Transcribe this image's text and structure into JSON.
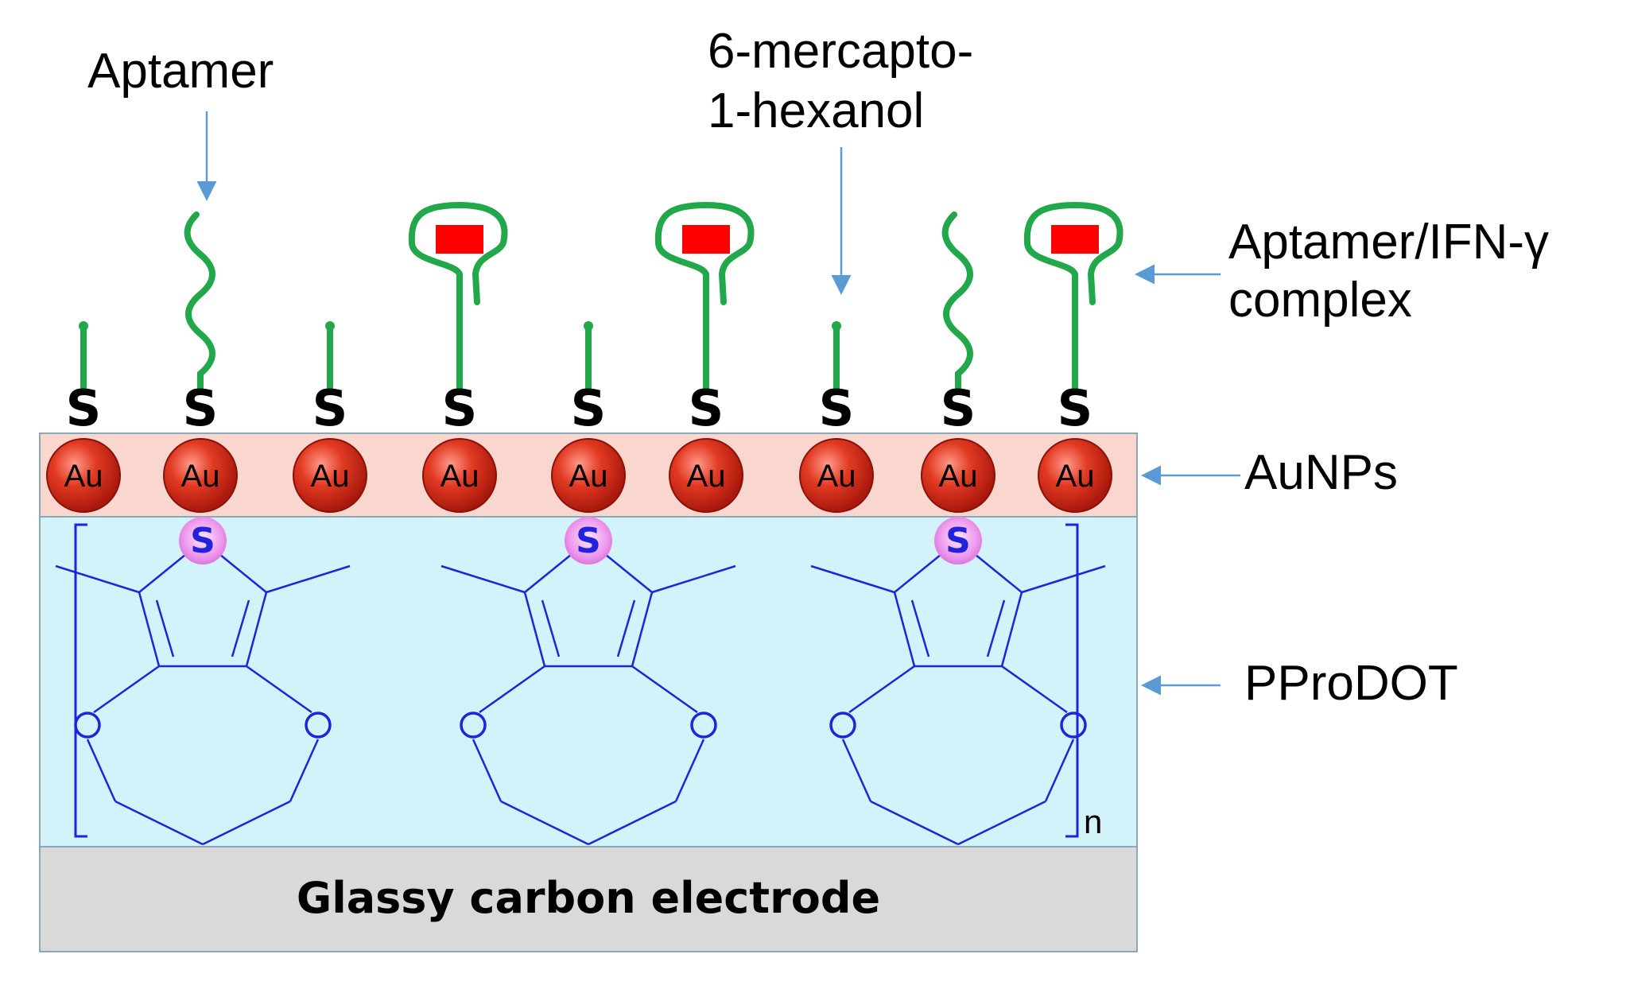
{
  "labels": {
    "aptamer": "Aptamer",
    "mch_line1": "6-mercapto-",
    "mch_line2": "1-hexanol",
    "complex_line1": "Aptamer/IFN-γ",
    "complex_line2": "complex",
    "aunps": "AuNPs",
    "pprodot": "PProDOT",
    "electrode": "Glassy carbon electrode",
    "repeat_n": "n"
  },
  "surface": {
    "gold_atom": "Au",
    "sulfur_atom": "S",
    "sites": [
      "mch",
      "aptamer",
      "mch",
      "complex",
      "mch",
      "complex",
      "mch",
      "aptamer",
      "complex"
    ]
  },
  "polymer": {
    "units": 3,
    "ring_sulfur": "S",
    "oxygen": "O"
  },
  "colors": {
    "aunp_layer": "#f9d7cf",
    "pprodot_layer": "#d3f3fb",
    "electrode": "#d9d9d9",
    "strand": "#22a84a",
    "ifn_gamma": "#ff0000",
    "gold_sphere": "#d92a1a",
    "molecule": "#2222dd",
    "arrow": "#5b9bd5"
  }
}
